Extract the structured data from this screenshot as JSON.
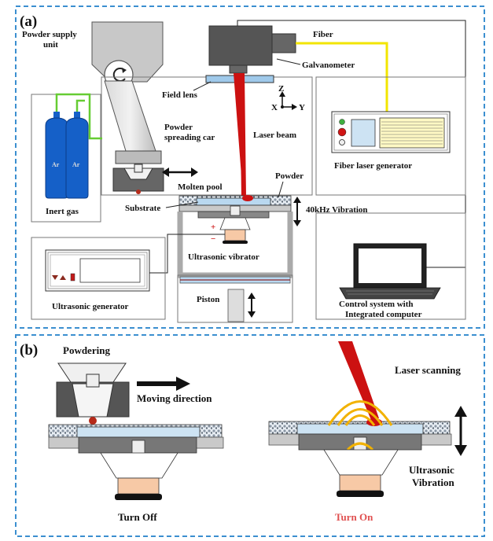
{
  "colors": {
    "frame_dash": "#3b8fd0",
    "laser": "#cc1111",
    "fiber": "#f2e500",
    "gas_pipe": "#66cc33",
    "gas_bottle": "#1560c8",
    "ceramic": "#f7c9a6",
    "molten": "#cc1111",
    "wave": "#f2b200",
    "turn_on": "#e05050"
  },
  "panel_a": {
    "label": "(a)",
    "powder_supply_unit": "Powder supply\nunit",
    "galvanometer": "Galvanometer",
    "fiber": "Fiber",
    "field_lens": "Field lens",
    "axis_z": "Z",
    "axis_x": "X",
    "axis_y": "Y",
    "powder_spreading_car": "Powder\nspreading car",
    "laser_beam": "Laser beam",
    "fiber_laser_generator": "Fiber laser generator",
    "inert_gas": "Inert gas",
    "bottle_label": "Ar",
    "molten_pool": "Molten pool",
    "powder": "Powder",
    "substrate": "Substrate",
    "vibration": "40kHz Vibration",
    "plus_sign": "+",
    "minus_sign": "−",
    "ultrasonic_vibrator": "Ultrasonic vibrator",
    "ultrasonic_generator": "Ultrasonic generator",
    "piston": "Piston",
    "control_system": "Control system with\nIntegrated computer"
  },
  "panel_b": {
    "label": "(b)",
    "powdering": "Powdering",
    "moving_direction": "Moving direction",
    "turn_off": "Turn Off",
    "laser_scanning": "Laser scanning",
    "ultrasonic_vibration": "Ultrasonic\nVibration",
    "turn_on": "Turn On"
  }
}
